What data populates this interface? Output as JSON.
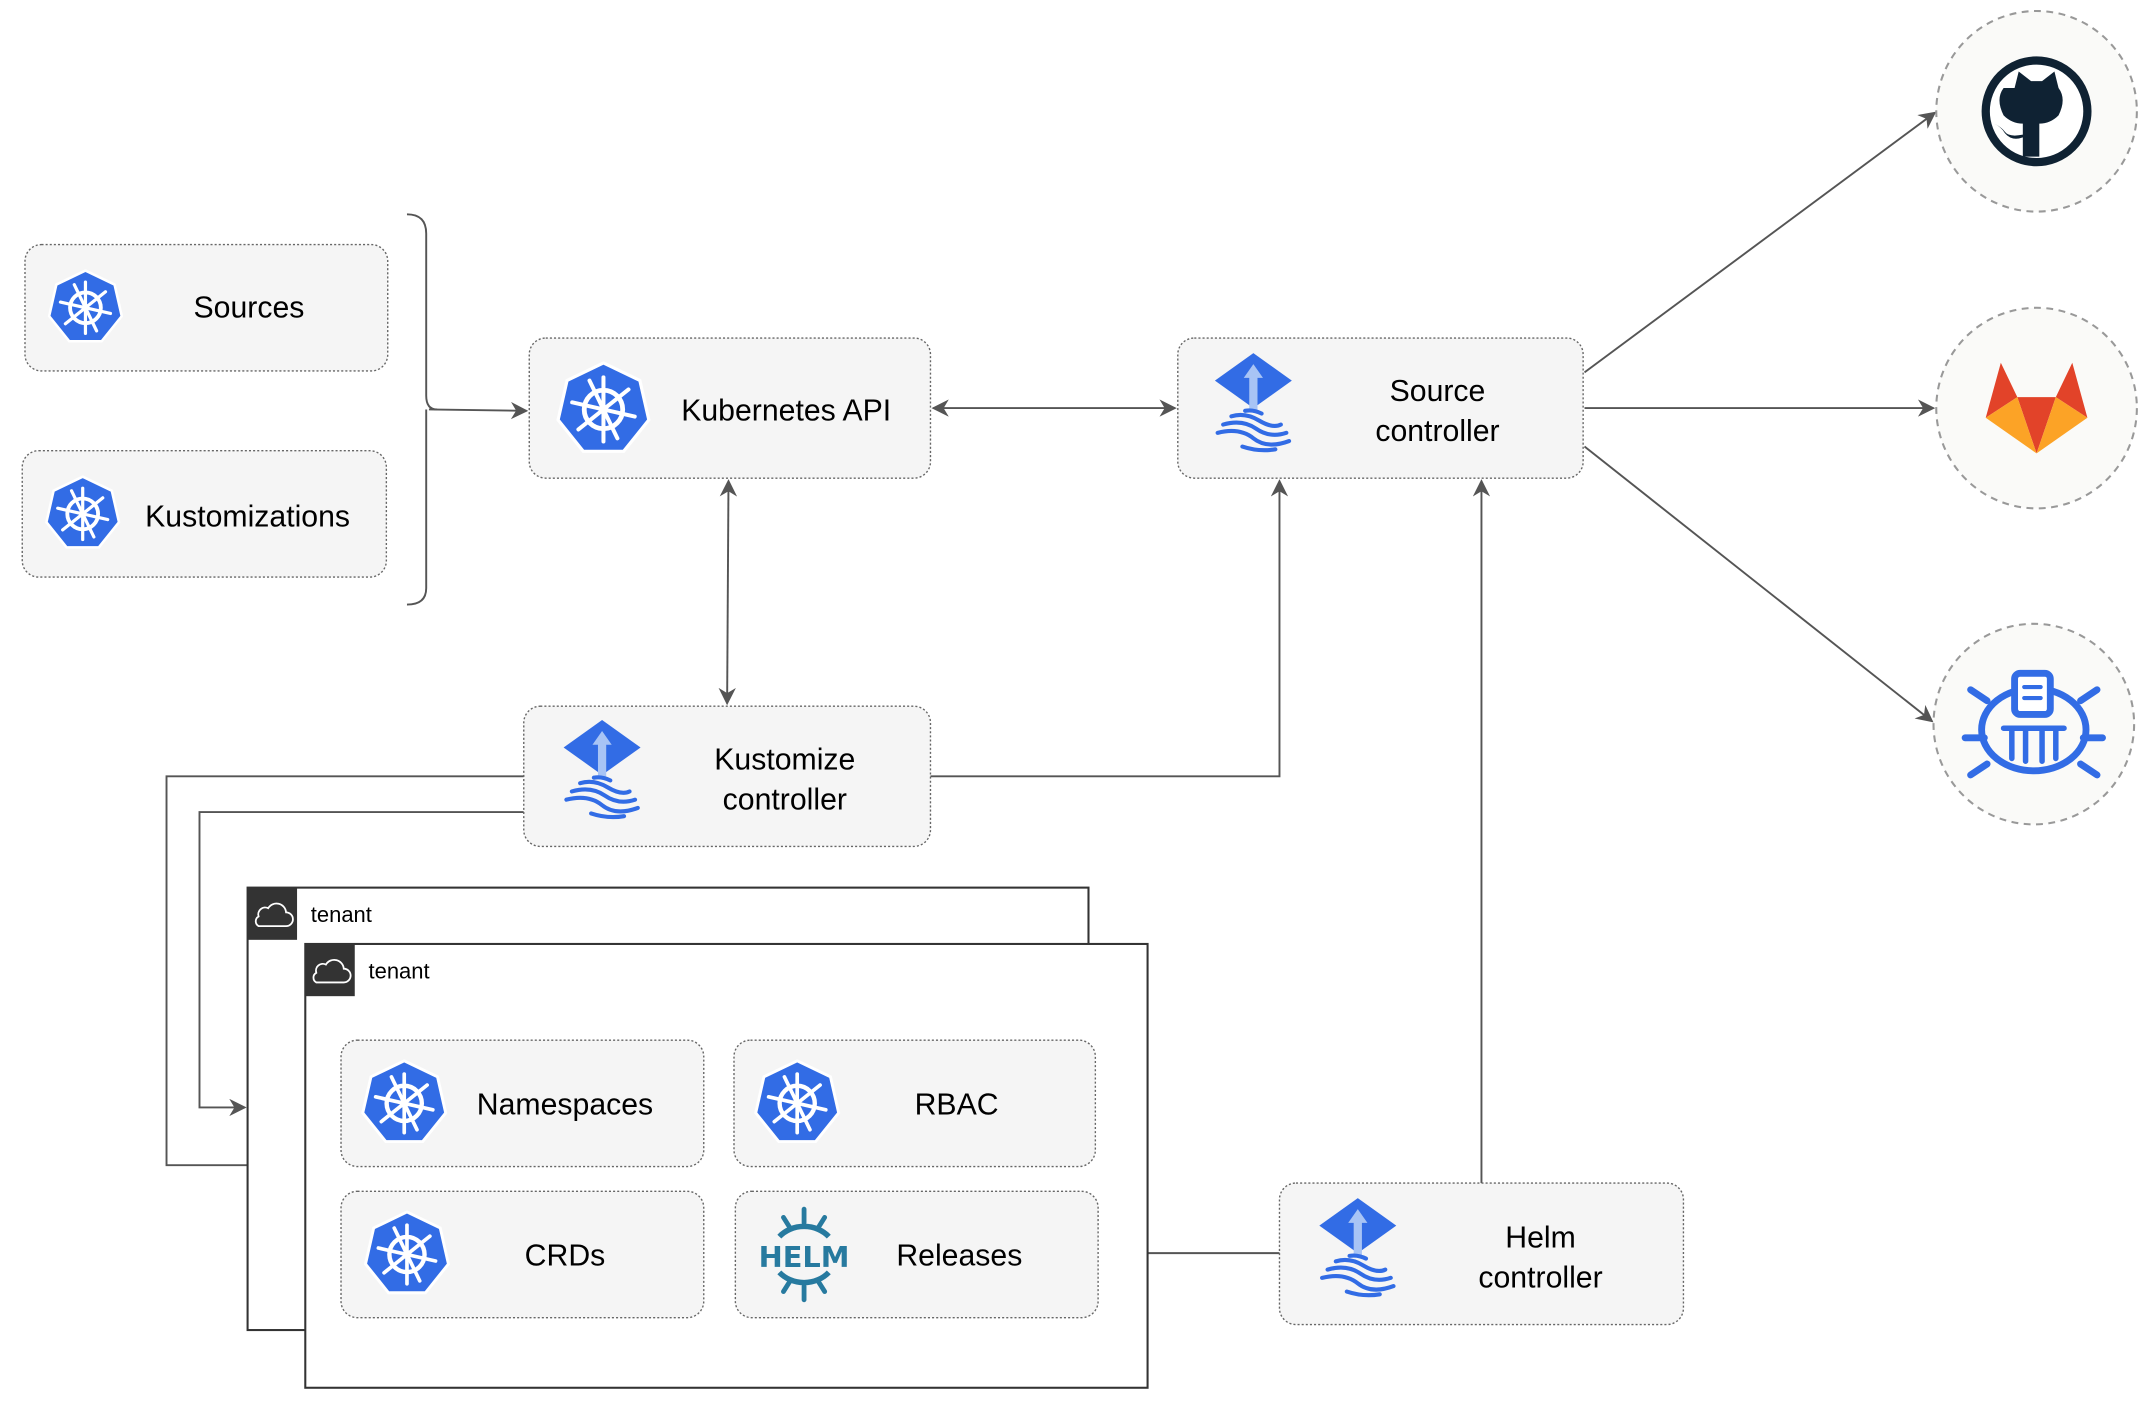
{
  "nodes": {
    "sources": "Sources",
    "kustomizations": "Kustomizations",
    "kubernetes_api": "Kubernetes API",
    "source_controller": [
      "Source",
      "controller"
    ],
    "kustomize_controller": [
      "Kustomize",
      "controller"
    ],
    "helm_controller": [
      "Helm",
      "controller"
    ],
    "namespaces": "Namespaces",
    "rbac": "RBAC",
    "crds": "CRDs",
    "releases": "Releases"
  },
  "tenants": [
    {
      "label": "tenant",
      "icon": "cloud-icon"
    },
    {
      "label": "tenant",
      "icon": "cloud-icon"
    }
  ],
  "external_sources": [
    {
      "icon": "github-icon"
    },
    {
      "icon": "gitlab-icon"
    },
    {
      "icon": "registry-icon"
    }
  ],
  "logo_text": {
    "helm": "HELM"
  },
  "colors": {
    "kubernetes_blue": "#326ce5",
    "helm_teal": "#277a9f",
    "github_dark": "#0f2233",
    "gitlab_orange": "#e24329",
    "gitlab_light": "#fca326",
    "node_fill": "#f5f5f5",
    "tenant_header": "#333333"
  }
}
